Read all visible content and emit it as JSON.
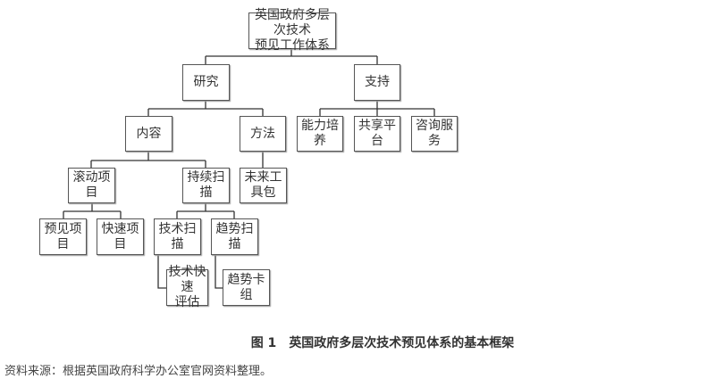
{
  "diagram": {
    "root": "英国政府多层次技术预见工作体系",
    "root_line1": "英国政府多层次技术",
    "root_line2": "预见工作体系",
    "research": "研究",
    "support": "支持",
    "content": "内容",
    "method": "方法",
    "capacity": "能力培养",
    "shared_platform": "共享平台",
    "consulting": "咨询服务",
    "rolling_projects": "滚动项目",
    "continuous_scan": "持续扫描",
    "futures_toolkit": "未来工具包",
    "foresight_projects": "预见项目",
    "rapid_projects": "快速项目",
    "tech_scan": "技术扫描",
    "trend_scan": "趋势扫描",
    "tech_rapid_eval_line1": "技术快速",
    "tech_rapid_eval_line2": "评估",
    "trend_cards": "趋势卡组"
  },
  "caption": {
    "figure_no": "图 1",
    "title": "英国政府多层次技术预见体系的基本框架"
  },
  "source": "资料来源：根据英国政府科学办公室官网资料整理。"
}
